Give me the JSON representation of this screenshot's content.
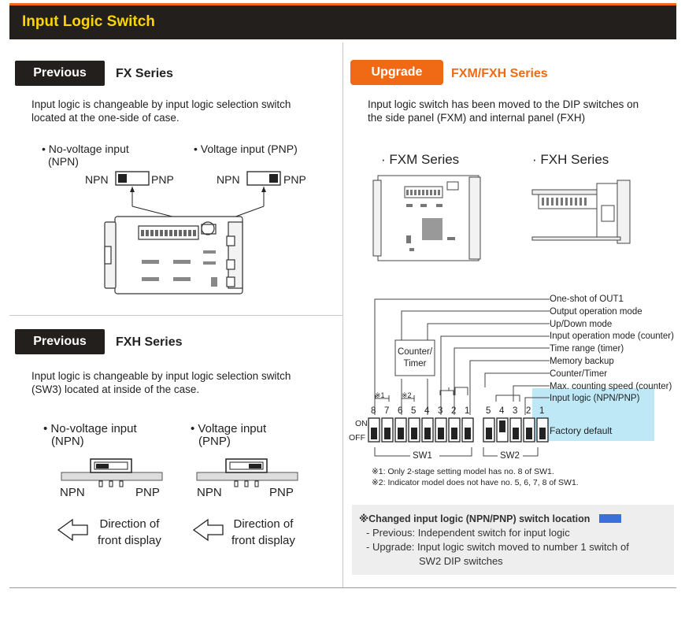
{
  "page_title": "Input Logic Switch",
  "colors": {
    "accent": "#f06a16",
    "title_text": "#ffd400",
    "dark": "#231f1c",
    "highlight": "#bfe8f7",
    "legend_swatch": "#3d6fd8"
  },
  "left_top": {
    "tag": "Previous",
    "series": "FX Series",
    "desc_line1": "Input logic is changeable by input logic selection switch",
    "desc_line2": "located at the one-side of case.",
    "npn_caption1": "• No-voltage input",
    "npn_caption2": "(NPN)",
    "pnp_caption": "• Voltage input (PNP)",
    "npn": "NPN",
    "pnp": "PNP"
  },
  "left_bottom": {
    "tag": "Previous",
    "series": "FXH Series",
    "desc_line1": "Input logic is changeable by input logic selection switch",
    "desc_line2": "(SW3) located at inside of the case.",
    "npn_caption1": "• No-voltage input",
    "npn_caption2": "(NPN)",
    "pnp_caption1": "• Voltage input",
    "pnp_caption2": "(PNP)",
    "npn": "NPN",
    "pnp": "PNP",
    "direction1": "Direction of",
    "direction2": "front display"
  },
  "right": {
    "tag": "Upgrade",
    "series": "FXM/FXH Series",
    "desc_line1": "Input logic switch has been moved to the DIP switches on",
    "desc_line2": "the side panel (FXM) and internal panel (FXH)",
    "fxm_label": "· FXM Series",
    "fxh_label": "· FXH Series",
    "dip": {
      "labels": [
        "One-shot of OUT1",
        "Output operation mode",
        "Up/Down mode",
        "Input operation mode (counter)",
        "Time range (timer)",
        "Memory backup",
        "Counter/Timer",
        "Max. counting speed (counter)",
        "Input logic (NPN/PNP)"
      ],
      "counter_timer_box1": "Counter/",
      "counter_timer_box2": "Timer",
      "note_mark1": "※1",
      "note_mark2": "※2",
      "sw1_numbers": [
        "8",
        "7",
        "6",
        "5",
        "4",
        "3",
        "2",
        "1"
      ],
      "sw2_numbers": [
        "5",
        "4",
        "3",
        "2",
        "1"
      ],
      "on": "ON",
      "off": "OFF",
      "sw1": "SW1",
      "sw2": "SW2",
      "factory_default": "Factory default",
      "footnote1": "※1: Only 2-stage setting model has no. 8 of SW1.",
      "footnote2": "※2: Indicator model does not have no. 5, 6, 7, 8 of SW1."
    },
    "note": {
      "title": "※Changed input logic (NPN/PNP) switch location",
      "line1": "- Previous: Independent switch for input logic",
      "line2": "- Upgrade: Input logic switch moved to number 1 switch of",
      "line3": "SW2 DIP switches"
    }
  }
}
